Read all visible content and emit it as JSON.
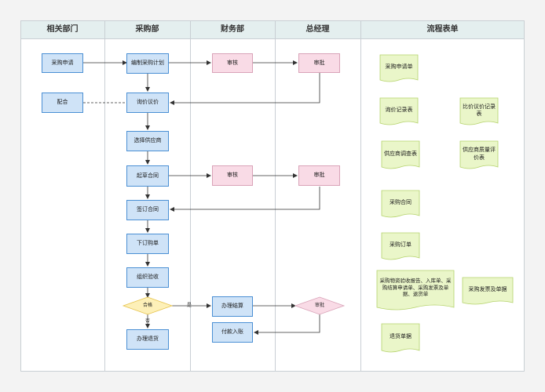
{
  "lanes": {
    "related": "相关部门",
    "purchasing": "采购部",
    "finance": "财务部",
    "gm": "总经理",
    "forms": "流程表单"
  },
  "nodes": {
    "purchase_request": "采购申请",
    "cooperate": "配合",
    "make_plan": "编制采购计划",
    "inquiry": "询价议价",
    "select_supplier": "选择供应商",
    "draft_contract": "起草合同",
    "sign_contract": "签订合同",
    "place_order": "下订购单",
    "inspection": "组织验收",
    "qualified": "合格",
    "return_goods": "办理退货",
    "settlement": "办理结算",
    "pay_store": "付款入账",
    "finance_review_1": "审核",
    "finance_review_2": "审核",
    "gm_approve_1": "审批",
    "gm_approve_2": "审批",
    "gm_approve_3": "审批"
  },
  "edge_labels": {
    "yes": "是",
    "no": "否"
  },
  "forms": {
    "request_form": "采购申请单",
    "inquiry_record": "询价记录表",
    "price_compare": "比价议价记录表",
    "supplier_survey": "供应商调查表",
    "supplier_quality": "供应商质量评价表",
    "purchase_contract": "采购合同",
    "purchase_order": "采购订单",
    "inspection_docs": "采购物资验收报告、入库单、采购结算申请单、采购发票及单据、退货单",
    "invoice_docs": "采购发票及单据",
    "return_slip": "退货单据"
  },
  "colors": {
    "process_fill": "#cfe3f7",
    "process_border": "#4a8fd4",
    "review_fill": "#f9dbe6",
    "review_border": "#d9a3b8",
    "decision_fill": "#fdf0b8",
    "decision_border": "#e6c24a",
    "document_fill": "#eaf6c9",
    "document_border": "#b5d36b",
    "header_fill": "#e4efef"
  }
}
